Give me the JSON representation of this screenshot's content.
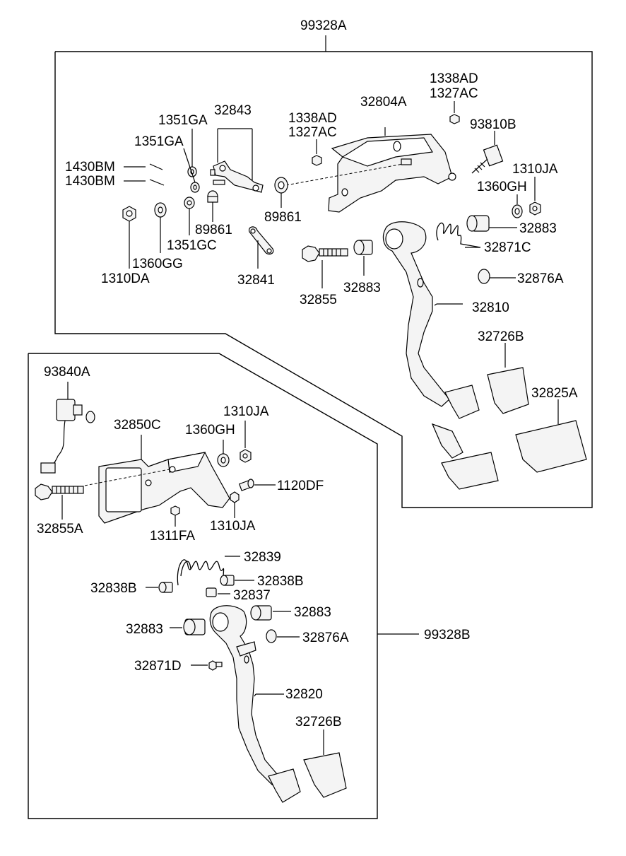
{
  "assemblies": {
    "upper": "99328A",
    "lower": "99328B"
  },
  "upper_labels": {
    "p1338AD_a": "1338AD",
    "p1327AC_a": "1327AC",
    "p1338AD_b": "1338AD",
    "p1327AC_b": "1327AC",
    "p32804A": "32804A",
    "p93810B": "93810B",
    "p1310JA": "1310JA",
    "p1360GH": "1360GH",
    "p32883_r": "32883",
    "p32871C": "32871C",
    "p32876A": "32876A",
    "p32810": "32810",
    "p32726B": "32726B",
    "p32825A": "32825A",
    "p32843": "32843",
    "p1351GA_a": "1351GA",
    "p1351GA_b": "1351GA",
    "p1430BM_a": "1430BM",
    "p1430BM_b": "1430BM",
    "p89861_a": "89861",
    "p89861_b": "89861",
    "p1351GC": "1351GC",
    "p1360GG": "1360GG",
    "p1310DA": "1310DA",
    "p32841": "32841",
    "p32855": "32855",
    "p32883_c": "32883"
  },
  "lower_labels": {
    "p93840A": "93840A",
    "p32850C": "32850C",
    "p1310JA_a": "1310JA",
    "p1360GH": "1360GH",
    "p1120DF": "1120DF",
    "p1310JA_b": "1310JA",
    "p1311FA": "1311FA",
    "p32855A": "32855A",
    "p32839": "32839",
    "p32838B_l": "32838B",
    "p32838B_r": "32838B",
    "p32837": "32837",
    "p32883_r": "32883",
    "p32883_l": "32883",
    "p32876A": "32876A",
    "p32871D": "32871D",
    "p32820": "32820",
    "p32726B": "32726B"
  }
}
